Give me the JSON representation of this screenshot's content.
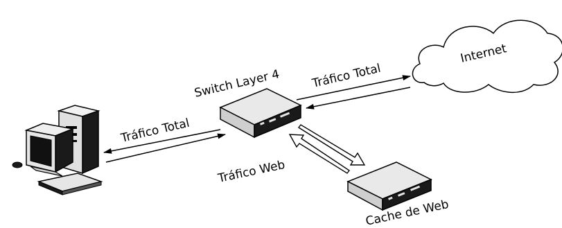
{
  "nodes": {
    "computer": {
      "icon": "desktop-computer-icon"
    },
    "switch": {
      "label": "Switch Layer 4",
      "icon": "network-switch-icon"
    },
    "internet": {
      "label": "Internet",
      "icon": "cloud-icon"
    },
    "cache": {
      "label": "Cache de Web",
      "icon": "cache-appliance-icon"
    }
  },
  "edges": {
    "computer_switch": {
      "label": "Tráfico Total"
    },
    "switch_internet": {
      "label": "Tráfico Total"
    },
    "switch_cache": {
      "label": "Tráfico Web"
    }
  },
  "colors": {
    "line": "#000000",
    "device_light": "#e6e6e6",
    "device_dark": "#1a1a1a"
  }
}
